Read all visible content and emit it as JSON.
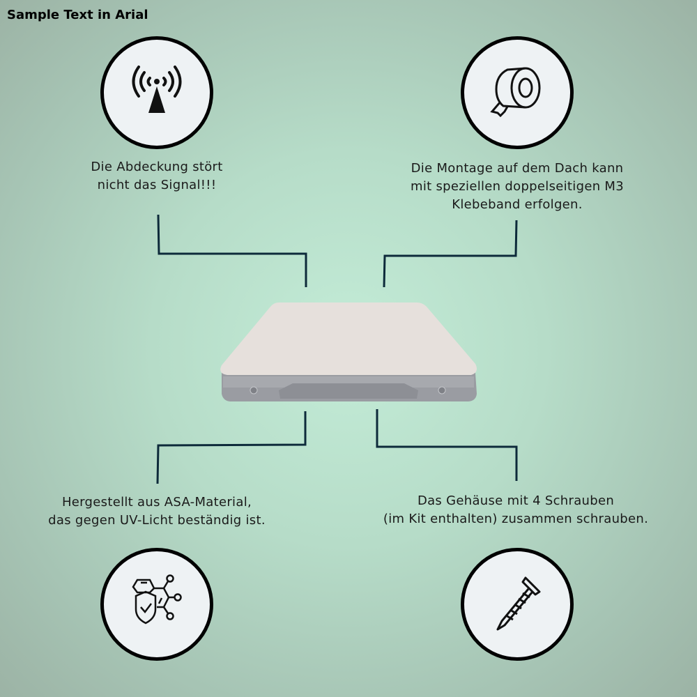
{
  "title": "Sample Text in Arial",
  "features": [
    {
      "icon": "antenna-signal-icon",
      "lines": [
        "Die Abdeckung stört",
        "nicht das Signal!!!"
      ]
    },
    {
      "icon": "tape-roll-icon",
      "lines": [
        "Die Montage auf dem Dach kann",
        "mit speziellen doppelseitigen M3",
        "Klebeband erfolgen."
      ]
    },
    {
      "icon": "shield-molecule-icon",
      "lines": [
        "Hergestellt aus ASA-Material,",
        "das gegen UV-Licht beständig ist."
      ]
    },
    {
      "icon": "screw-icon",
      "lines": [
        "Das Gehäuse mit 4 Schrauben",
        "(im Kit enthalten) zusammen schrauben."
      ]
    }
  ],
  "colors": {
    "line": "#0d2a3a",
    "circle_fill": "#eef2f4"
  }
}
